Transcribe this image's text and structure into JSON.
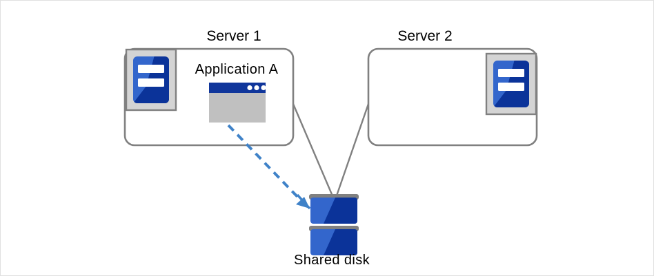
{
  "diagram": {
    "type": "shared-disk-cluster-diagram",
    "nodes": {
      "server1": {
        "title": "Server 1",
        "icon": "server-icon",
        "app": {
          "label": "Application A",
          "icon": "application-window-icon"
        }
      },
      "server2": {
        "title": "Server 2",
        "icon": "server-icon"
      },
      "storage": {
        "label": "Shared disk",
        "icon": "disk-stack-icon"
      }
    },
    "connections": [
      {
        "name": "server1-to-shared-disk",
        "style": "solid",
        "color": "#808080"
      },
      {
        "name": "server2-to-shared-disk",
        "style": "solid",
        "color": "#808080"
      },
      {
        "name": "application-a-to-shared-disk",
        "style": "dashed",
        "color": "#3f82c8",
        "arrow": true
      }
    ],
    "colors": {
      "box_border": "#808080",
      "connector": "#808080",
      "dashed_arrow": "#3f82c8",
      "icon_blue_light": "#3366cc",
      "icon_blue_dark": "#0b3399",
      "icon_frame": "#d0d0d0",
      "icon_frame_border": "#808080",
      "window_titlebar": "#10369b",
      "window_body": "#c0c0c0",
      "disk_band": "#808080",
      "page_border": "#e0e0e0",
      "text": "#000000"
    }
  }
}
